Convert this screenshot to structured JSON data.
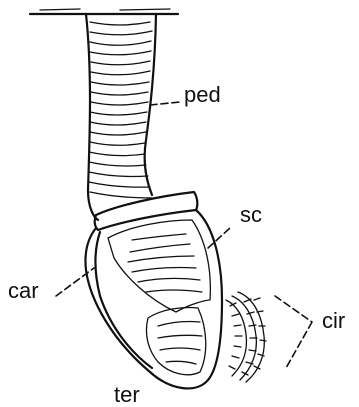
{
  "figure": {
    "labels": {
      "ped": "ped",
      "sc": "sc",
      "car": "car",
      "ter": "ter",
      "cir": "cir"
    }
  }
}
